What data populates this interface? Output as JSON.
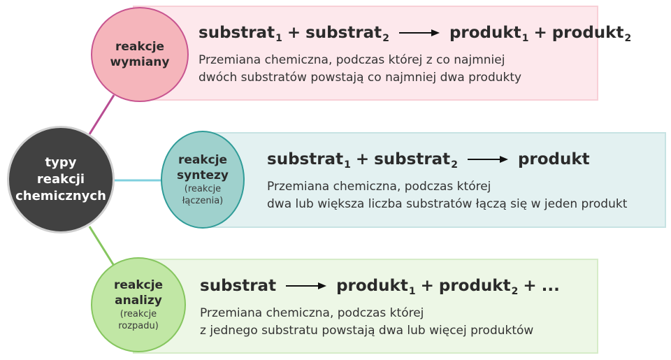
{
  "main": {
    "line1": "typy",
    "line2": "reakcji",
    "line3": "chemicznych",
    "color": "#414141"
  },
  "types": [
    {
      "name_line1": "reakcje",
      "name_line2": "wymiany",
      "equation": {
        "left": [
          {
            "word": "substrat",
            "sub": "1"
          },
          {
            "word": "substrat",
            "sub": "2"
          }
        ],
        "right": [
          {
            "word": "produkt",
            "sub": "1"
          },
          {
            "word": "produkt",
            "sub": "2"
          }
        ]
      },
      "description_line1": "Przemiana chemiczna, podczas której z co najmniej",
      "description_line2": "dwóch substratów powstają co najmniej dwa produkty",
      "circle_color": "#f5b5bb",
      "box_color": "#fde8ec",
      "connector_color": "#b84c92"
    },
    {
      "name_line1": "reakcje",
      "name_line2": "syntezy",
      "note_line1": "(reakcje",
      "note_line2": "łączenia)",
      "equation": {
        "left": [
          {
            "word": "substrat",
            "sub": "1"
          },
          {
            "word": "substrat",
            "sub": "2"
          }
        ],
        "right": [
          {
            "word": "produkt"
          }
        ]
      },
      "description_line1": "Przemiana chemiczna, podczas której",
      "description_line2": "dwa lub większa liczba substratów łączą się w jeden produkt",
      "circle_color": "#9fd1cd",
      "box_color": "#e3f1f1",
      "connector_color": "#7fd0de"
    },
    {
      "name_line1": "reakcje",
      "name_line2": "analizy",
      "note_line1": "(reakcje",
      "note_line2": "rozpadu)",
      "equation": {
        "left": [
          {
            "word": "substrat"
          }
        ],
        "right": [
          {
            "word": "produkt",
            "sub": "1"
          },
          {
            "word": "produkt",
            "sub": "2"
          },
          {
            "word": "..."
          }
        ]
      },
      "description_line1": "Przemiana chemiczna, podczas której",
      "description_line2": "z jednego substratu powstają dwa lub więcej produktów",
      "circle_color": "#c1e7a5",
      "box_color": "#edf7e6",
      "connector_color": "#86c65f"
    }
  ],
  "plus_sign": "+"
}
